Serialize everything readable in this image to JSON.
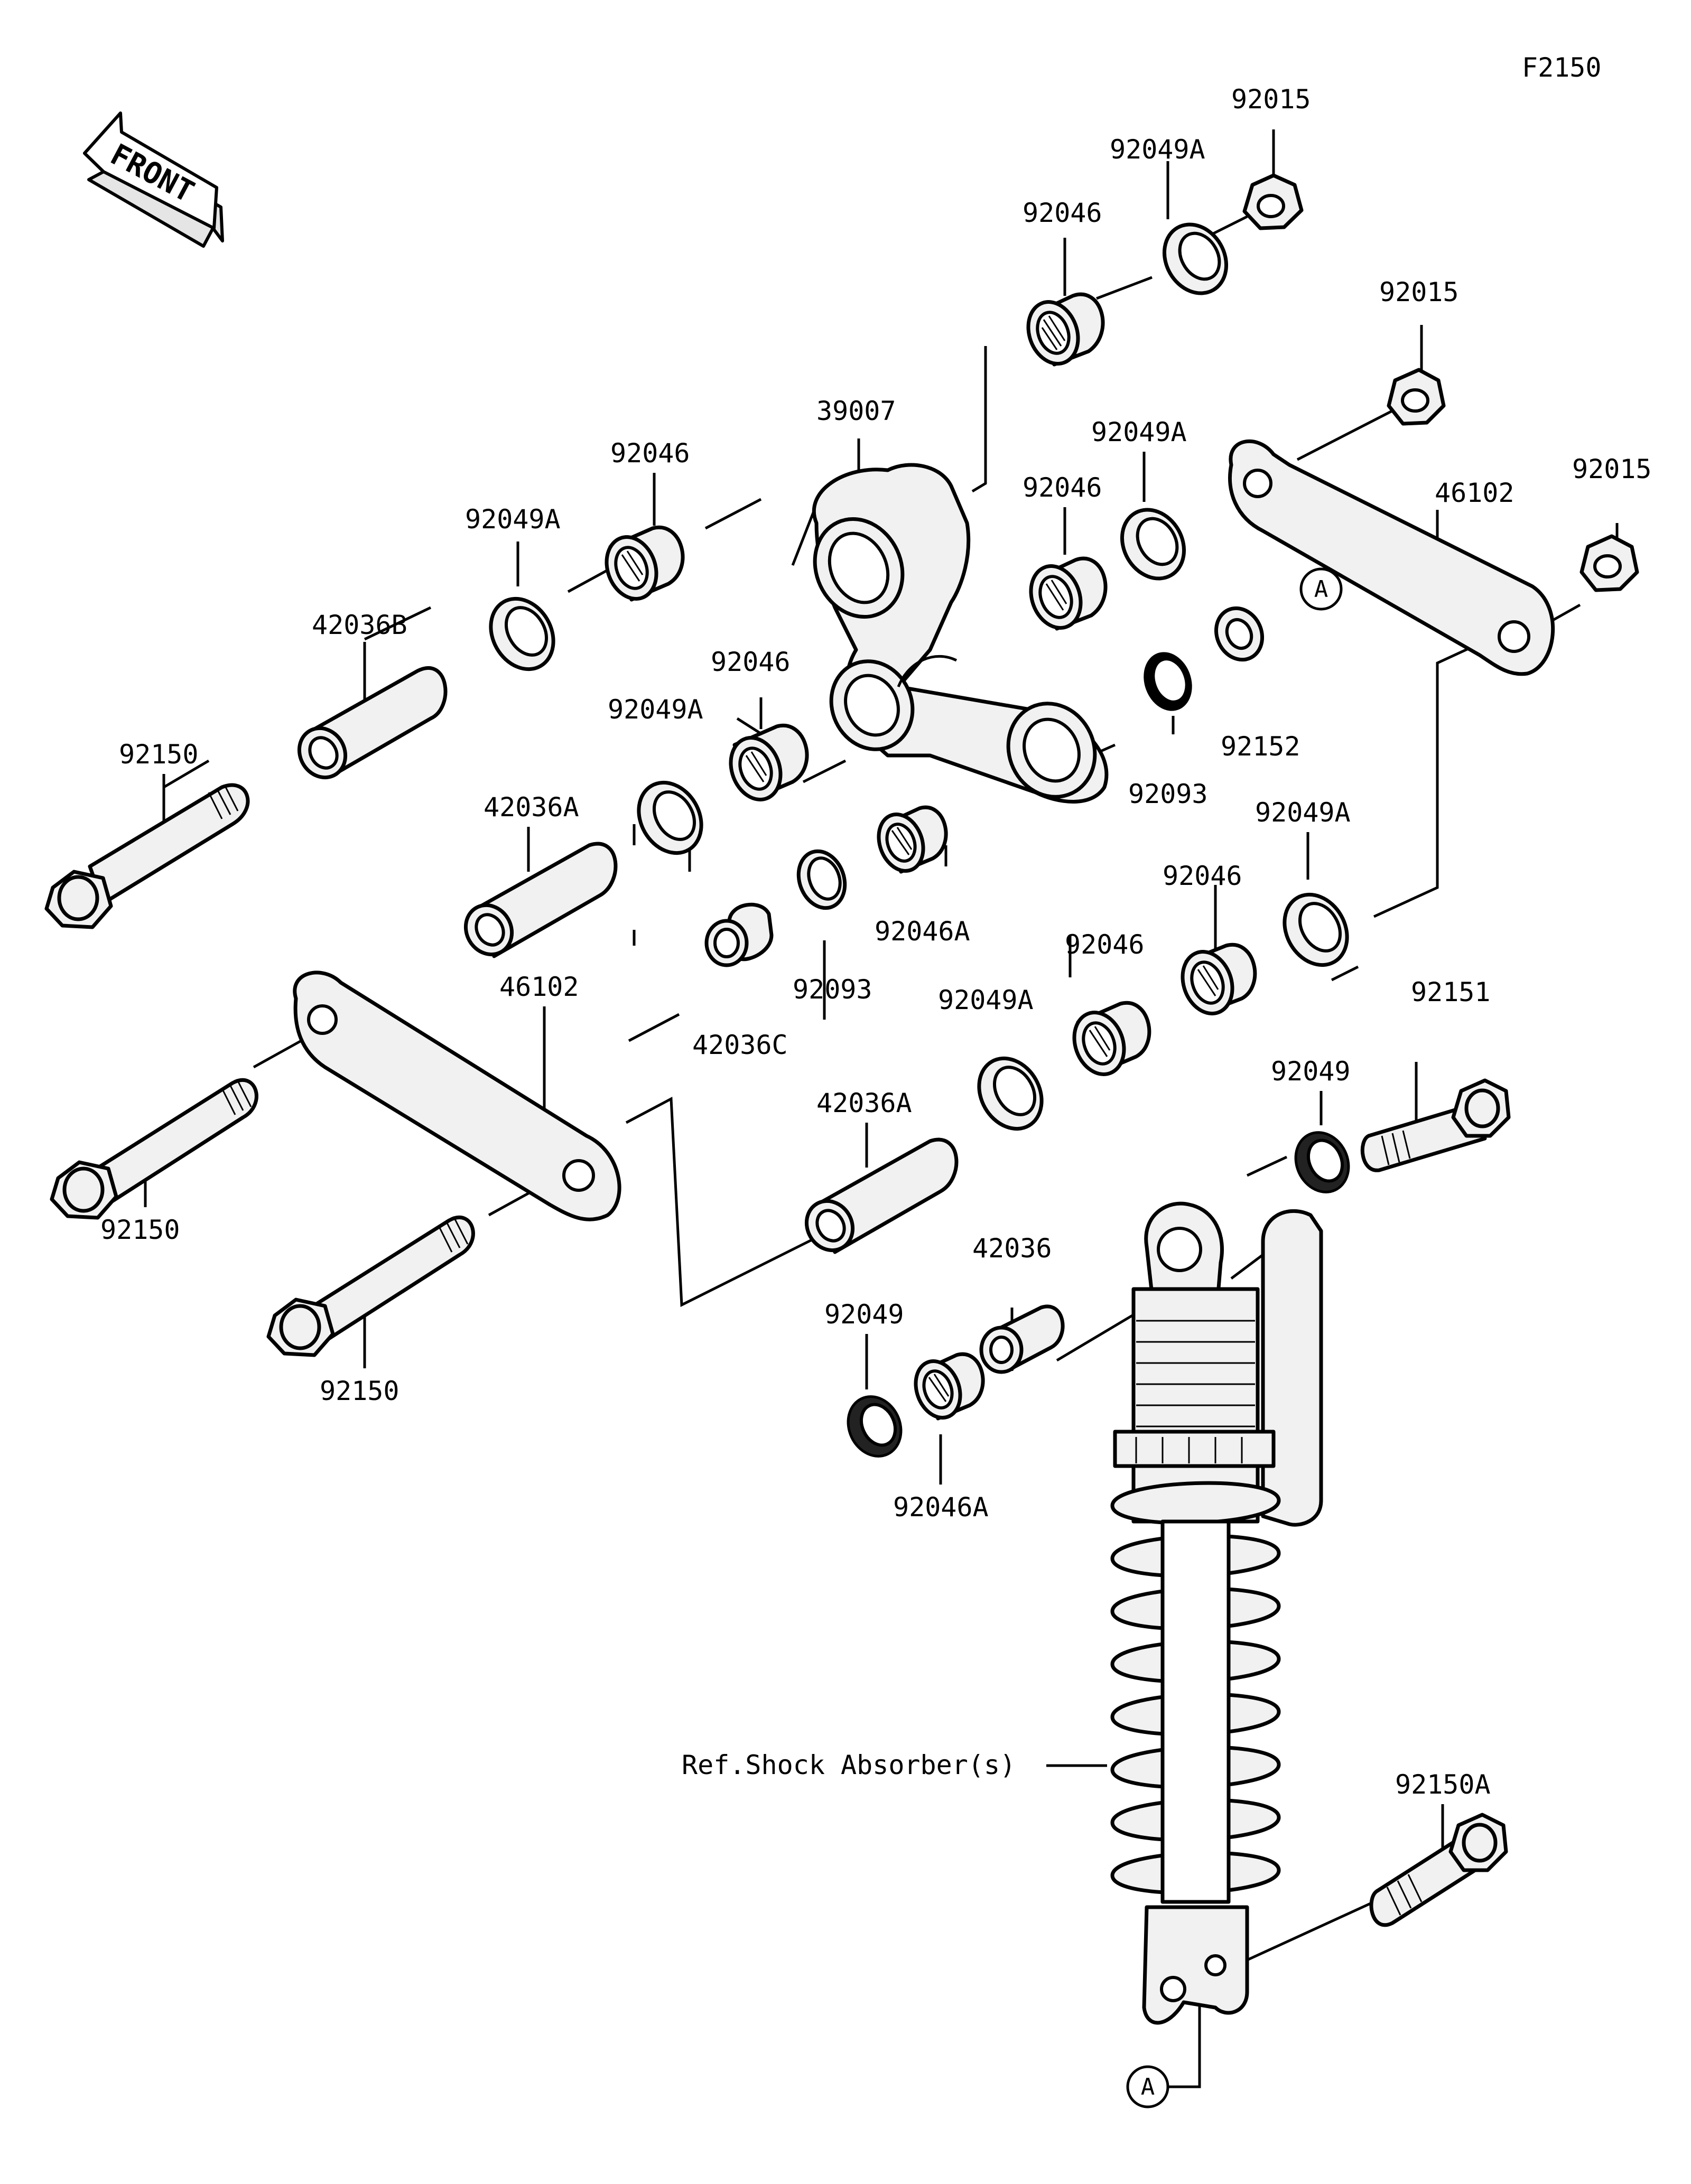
{
  "figure_code": "F2150",
  "front_label": "FRONT",
  "parts": {
    "p92015_a": "92015",
    "p92049A_a": "92049A",
    "p92046_a": "92046",
    "p92015_b": "92015",
    "p39007": "39007",
    "p92049A_b": "92049A",
    "p92046_b": "92046",
    "p46102_a": "46102",
    "p92015_c": "92015",
    "p92046_c": "92046",
    "p92049A_c": "92049A",
    "p42036B": "42036B",
    "p92150_a": "92150",
    "p92046_d": "92046",
    "p92049A_d": "92049A",
    "p42036A_a": "42036A",
    "p92093_a": "92093",
    "p92152": "92152",
    "p92049A_e": "92049A",
    "p92046_e": "92046",
    "p92046A_a": "92046A",
    "p92093_b": "92093",
    "p42036C": "42036C",
    "p92046_f": "92046",
    "p92049A_f": "92049A",
    "p92151": "92151",
    "p46102_b": "46102",
    "p42036A_b": "42036A",
    "p92049_a": "92049",
    "p92150_b": "92150",
    "p42036": "42036",
    "p92049_b": "92049",
    "p92150_c": "92150",
    "p92046A_b": "92046A",
    "p92150A": "92150A"
  },
  "ref_label": "Ref.Shock Absorber(s)",
  "marker_a_top": "A",
  "marker_a_bottom": "A"
}
